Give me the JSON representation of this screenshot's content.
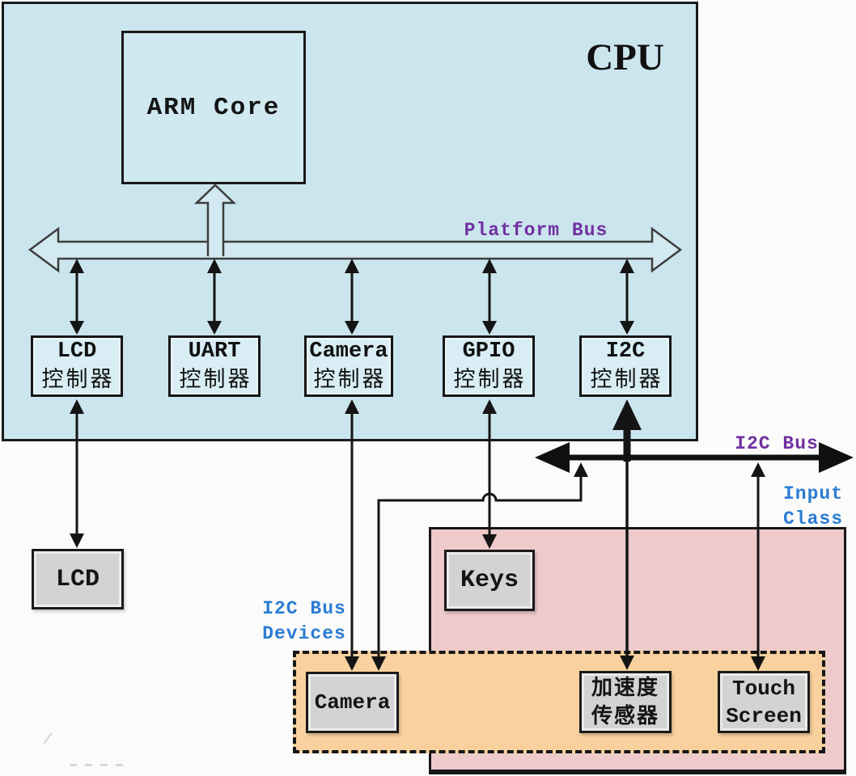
{
  "cpu": {
    "title": "CPU",
    "core_label": "ARM Core",
    "bus_label": "Platform Bus"
  },
  "controllers": [
    {
      "line1": "LCD",
      "line2": "控制器"
    },
    {
      "line1": "UART",
      "line2": "控制器"
    },
    {
      "line1": "Camera",
      "line2": "控制器"
    },
    {
      "line1": "GPIO",
      "line2": "控制器"
    },
    {
      "line1": "I2C",
      "line2": "控制器"
    }
  ],
  "devices": {
    "lcd": "LCD",
    "keys": "Keys",
    "camera": "Camera",
    "accelerometer": [
      "加速度",
      "传感器"
    ],
    "touch_screen": [
      "Touch",
      "Screen"
    ]
  },
  "labels": {
    "i2c_bus": "I2C Bus",
    "input_class": [
      "Input",
      "Class"
    ],
    "i2c_bus_devices": [
      "I2C Bus",
      "Devices"
    ]
  },
  "colors": {
    "cpu_fill": "#cbe5ee",
    "controller_fill": "#d8eef4",
    "device_fill": "#d3d3d3",
    "input_class_fill": "#eecaca",
    "i2c_devices_fill": "#f8d19e",
    "bus_label_purple": "#7030a0",
    "annotation_blue": "#2b7cd4",
    "wire_black": "#141414"
  }
}
